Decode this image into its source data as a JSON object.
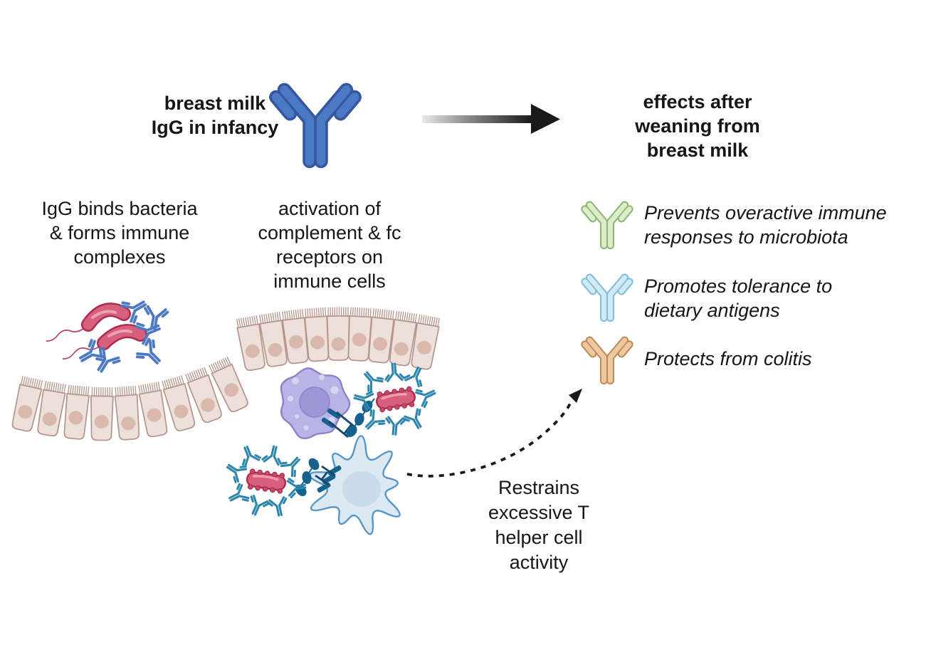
{
  "title_left": "breast milk\nIgG in infancy",
  "title_right": "effects after\nweaning from\nbreast milk",
  "caption_left": "IgG binds bacteria\n& forms immune\ncomplexes",
  "caption_middle": "activation of\ncomplement & fc\nreceptors on\nimmune cells",
  "caption_restrain": "Restrains\nexcessive T\nhelper cell\nactivity",
  "effects": [
    {
      "icon": "green-antibody-icon",
      "label": "Prevents overactive immune\nresponses to microbiota",
      "fill": "#dcedc9",
      "stroke": "#8fb474"
    },
    {
      "icon": "blue-antibody-icon",
      "label": "Promotes tolerance to\ndietary antigens",
      "fill": "#cfe9f7",
      "stroke": "#83bcd9"
    },
    {
      "icon": "orange-antibody-icon",
      "label": "Protects from colitis",
      "fill": "#edc9a1",
      "stroke": "#bf8a55"
    }
  ],
  "colors": {
    "igg_blue_fill": "#4b79c4",
    "igg_blue_stroke": "#36579f",
    "teal_ab": "#2e86ad",
    "teal_dark": "#16618d",
    "link_line": "#17486b",
    "bacteria_fill": "#d6607e",
    "bacteria_stroke": "#ad2c50",
    "bacteria_knob": "#c64a68",
    "bacteria_highlight": "#ef9fb2",
    "flagellum": "#b8456b",
    "epithelium_fill": "#ede0da",
    "epithelium_stroke": "#b5948a",
    "epithelium_nucleus": "#d9b9ac",
    "macrophage_fill": "#b9b4e6",
    "macrophage_stroke": "#8a83cb",
    "macrophage_nucleus": "#9d96d4",
    "macrophage_vesicle": "#d7d4f2",
    "dendritic_fill": "#dce8f2",
    "dendritic_stroke": "#5595c7",
    "dendritic_nucleus": "#c9dcea",
    "arrow_dark": "#1a1a1a",
    "arrow_light": "#e9e9e9"
  }
}
